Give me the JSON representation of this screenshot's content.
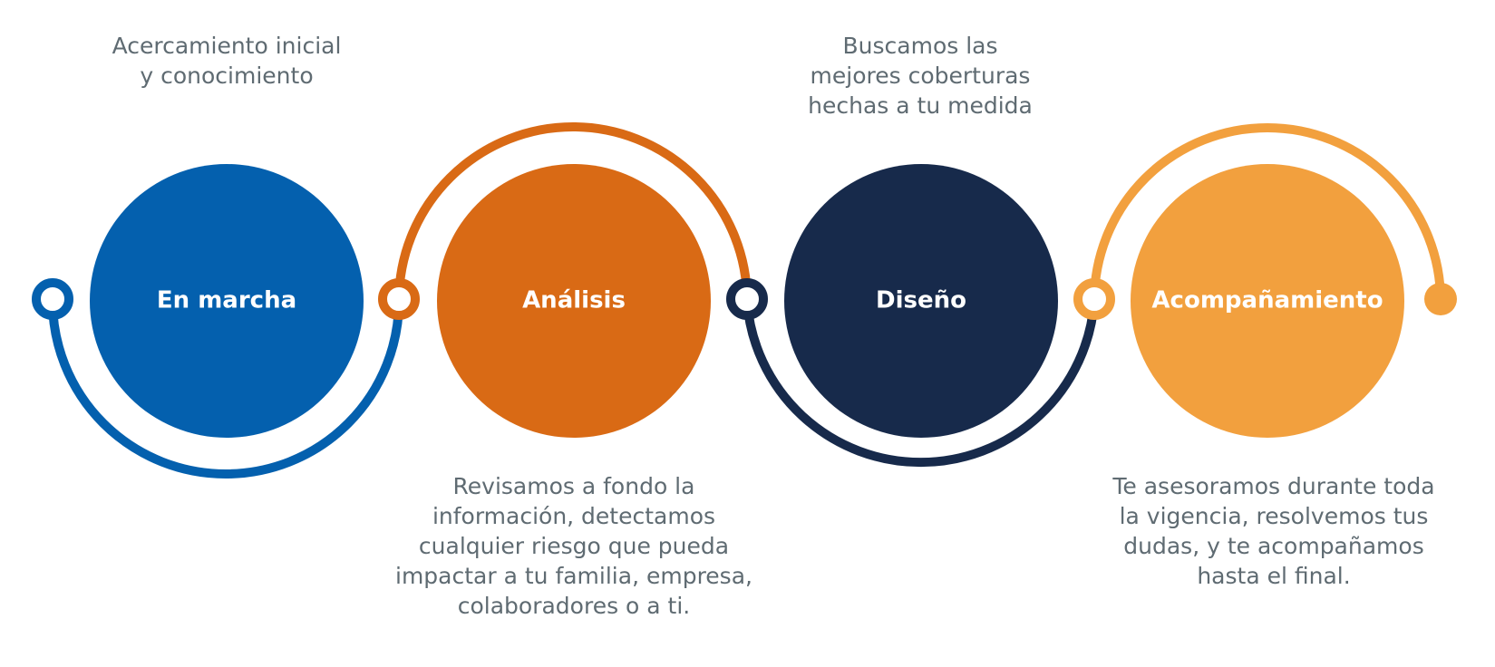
{
  "colors": {
    "blue": "#0460ae",
    "orange": "#d96a15",
    "navy": "#172a4b",
    "light_orange": "#f2a03e",
    "text": "#5f6b72"
  },
  "steps": [
    {
      "title": "En marcha",
      "color": "#0460ae",
      "description": "Acercamiento inicial\ny conocimiento"
    },
    {
      "title": "Análisis",
      "color": "#d96a15",
      "description": "Revisamos a fondo la\ninformación, detectamos\ncualquier riesgo que pueda\nimpactar a tu familia, empresa,\ncolaboradores o a ti."
    },
    {
      "title": "Diseño",
      "color": "#172a4b",
      "description": "Buscamos las\nmejores coberturas\nhechas a tu medida"
    },
    {
      "title": "Acompañamiento",
      "color": "#f2a03e",
      "description": "Te asesoramos durante toda\nla vigencia, resolvemos tus\ndudas, y te acompañamos\nhasta el final."
    }
  ]
}
